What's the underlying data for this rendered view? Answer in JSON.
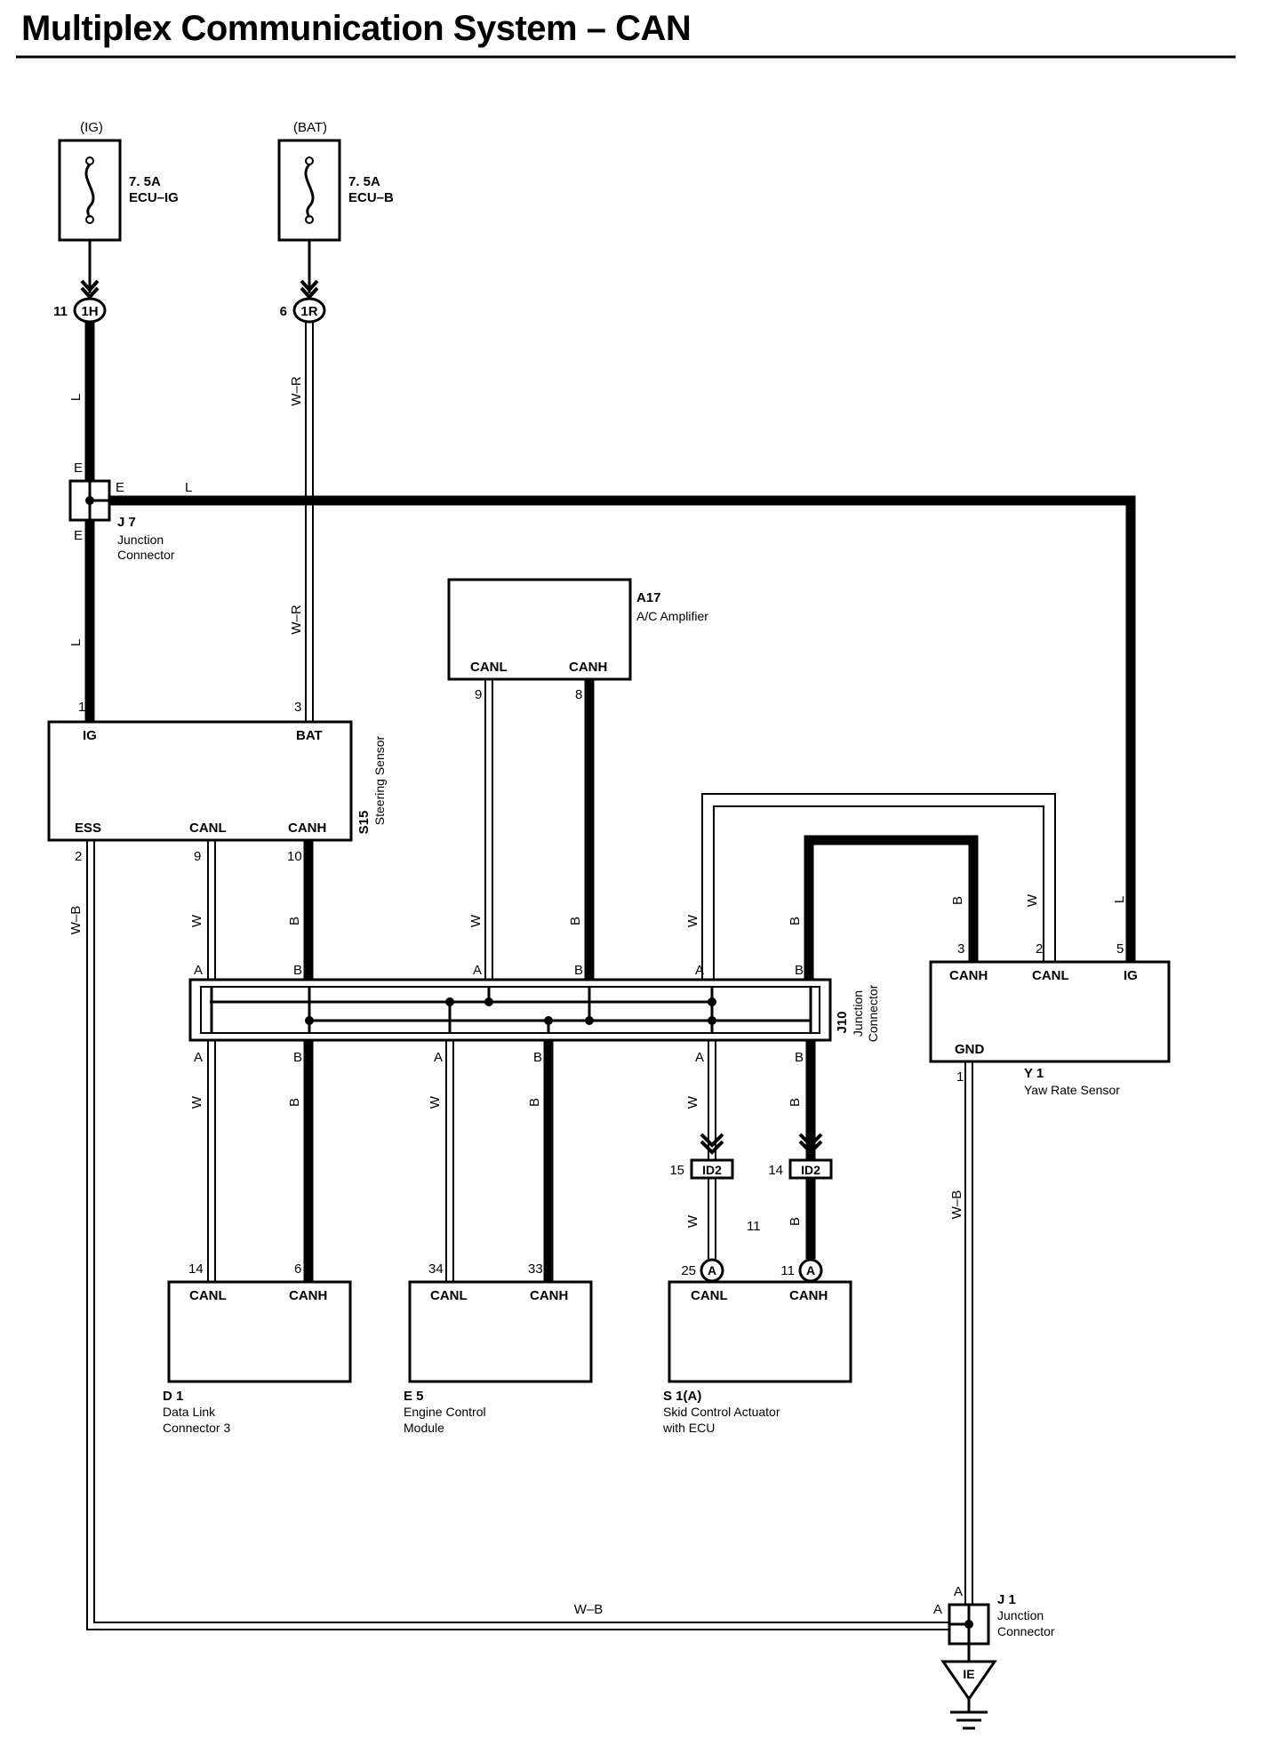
{
  "title": "Multiplex Communication System – CAN",
  "fuses": [
    {
      "id": "ecu-ig",
      "supply": "(IG)",
      "rating": "7. 5A",
      "name": "ECU–IG",
      "junction": "1H",
      "pin": "11"
    },
    {
      "id": "ecu-b",
      "supply": "(BAT)",
      "rating": "7. 5A",
      "name": "ECU–B",
      "junction": "1R",
      "pin": "6"
    }
  ],
  "components": {
    "j7": {
      "code": "J 7",
      "line1": "Junction",
      "line2": "Connector",
      "pin_e": "E"
    },
    "s15": {
      "code": "S15",
      "name": "Steering Sensor",
      "ig": "IG",
      "bat": "BAT",
      "ess": "ESS",
      "canl": "CANL",
      "canh": "CANH",
      "pin_ig": "1",
      "pin_bat": "3",
      "pin_ess": "2",
      "pin_canl": "9",
      "pin_canh": "10"
    },
    "a17": {
      "code": "A17",
      "name": "A/C Amplifier",
      "canl": "CANL",
      "canh": "CANH",
      "pin_canl": "9",
      "pin_canh": "8"
    },
    "j10": {
      "code": "J10",
      "line1": "Junction",
      "line2": "Connector",
      "pin_a": "A",
      "pin_b": "B"
    },
    "y1": {
      "code": "Y 1",
      "name": "Yaw Rate Sensor",
      "canh": "CANH",
      "canl": "CANL",
      "ig": "IG",
      "gnd": "GND",
      "pin_canh": "3",
      "pin_canl": "2",
      "pin_ig": "5",
      "pin_gnd": "1"
    },
    "d1": {
      "code": "D 1",
      "line1": "Data Link",
      "line2": "Connector 3",
      "canl": "CANL",
      "canh": "CANH",
      "pin_canl": "14",
      "pin_canh": "6"
    },
    "e5": {
      "code": "E 5",
      "line1": "Engine Control",
      "line2": "Module",
      "canl": "CANL",
      "canh": "CANH",
      "pin_canl": "34",
      "pin_canh": "33"
    },
    "s1": {
      "code": "S 1(A)",
      "line1": "Skid Control Actuator",
      "line2": "with ECU",
      "canl": "CANL",
      "canh": "CANH",
      "pin_canl": "25",
      "pin_canh": "11",
      "conn": "A"
    },
    "id2": {
      "code": "ID2",
      "pin_l": "15",
      "pin_h": "14"
    },
    "j1": {
      "code": "J 1",
      "line1": "Junction",
      "line2": "Connector",
      "pin": "A"
    },
    "ground": {
      "code": "IE"
    }
  },
  "wires": {
    "l": "L",
    "wr": "W–R",
    "w": "W",
    "b": "B",
    "wb": "W–B"
  },
  "stray_pin": "11"
}
